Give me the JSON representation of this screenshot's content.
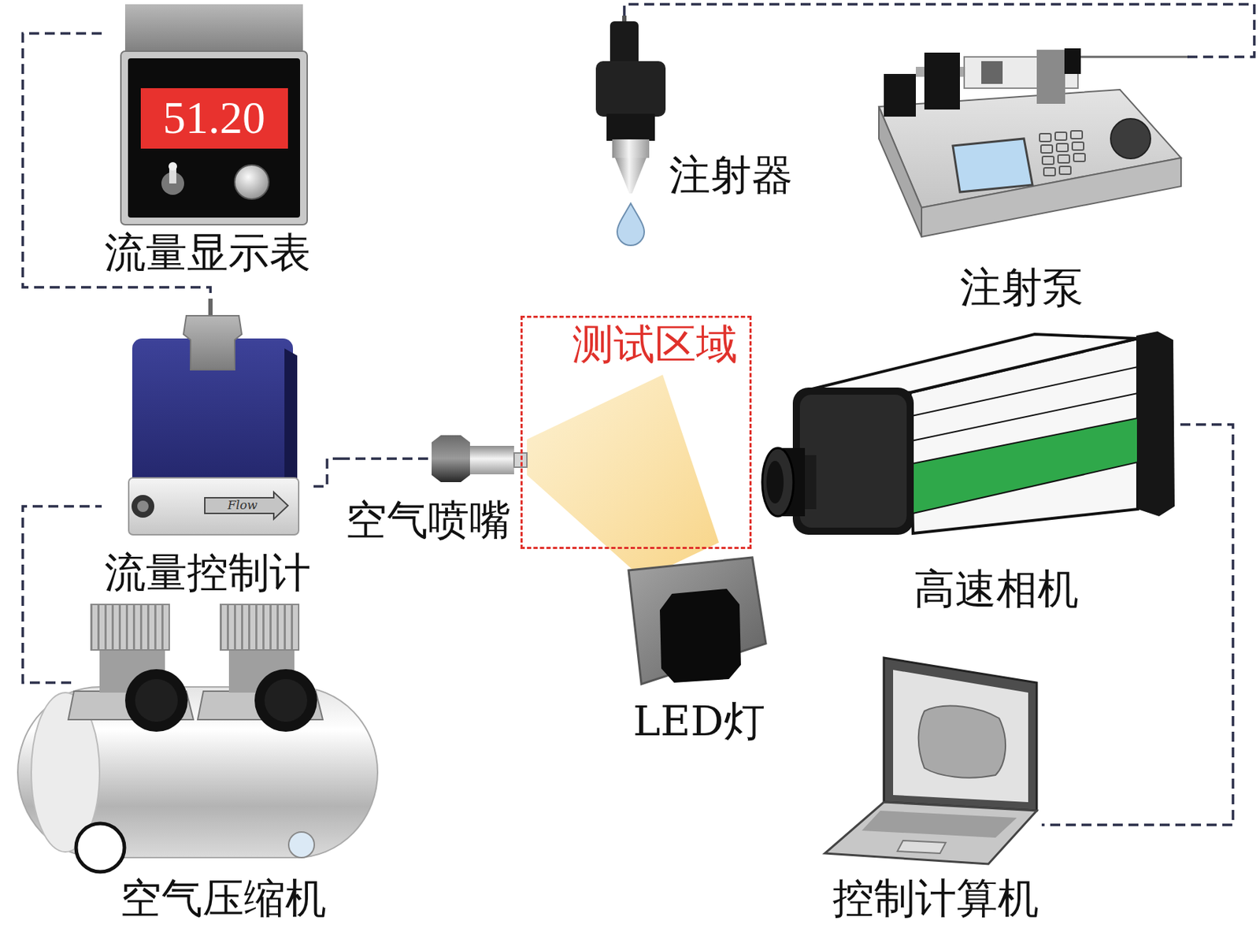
{
  "diagram": {
    "nodes": [
      {
        "text": [
          "51.20",
          "流量显示表"
        ]
      },
      {
        "text": [
          "注射器"
        ]
      },
      {
        "text": [
          "注射泵"
        ]
      },
      {
        "text": [
          "测试区域"
        ]
      },
      {
        "text": [
          "流量控制计"
        ]
      },
      {
        "text": [
          "空气喷嘴"
        ]
      },
      {
        "text": [
          "高速相机"
        ]
      },
      {
        "text": [
          "LED灯"
        ]
      },
      {
        "text": [
          "空气压缩机"
        ]
      },
      {
        "text": [
          "控制计算机"
        ]
      }
    ],
    "edges": [
      {
        "from": 0,
        "to": 4,
        "arrow": "none"
      },
      {
        "from": 1,
        "to": 2,
        "arrow": "none"
      },
      {
        "from": 4,
        "to": 5,
        "arrow": "none"
      },
      {
        "from": 8,
        "to": 4,
        "arrow": "none"
      },
      {
        "from": 6,
        "to": 9,
        "arrow": "none"
      }
    ],
    "labels": [
      "Flow"
    ]
  }
}
